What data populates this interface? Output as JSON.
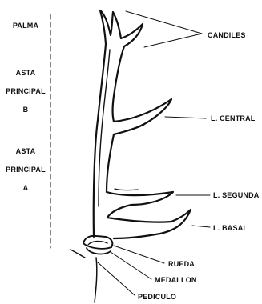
{
  "left_labels": {
    "palma": "PALMA",
    "asta_b_line1": "ASTA",
    "asta_b_line2": "PRINCIPAL",
    "asta_b_line3": "B",
    "asta_a_line1": "ASTA",
    "asta_a_line2": "PRINCIPAL",
    "asta_a_line3": "A"
  },
  "right_labels": {
    "candiles": "CANDILES",
    "l_central": "L. CENTRAL",
    "l_segunda": "L. SEGUNDA",
    "l_basal": "L. BASAL"
  },
  "bottom_labels": {
    "rueda": "RUEDA",
    "medallon": "MEDALLON",
    "pediculo": "PEDICULO"
  }
}
